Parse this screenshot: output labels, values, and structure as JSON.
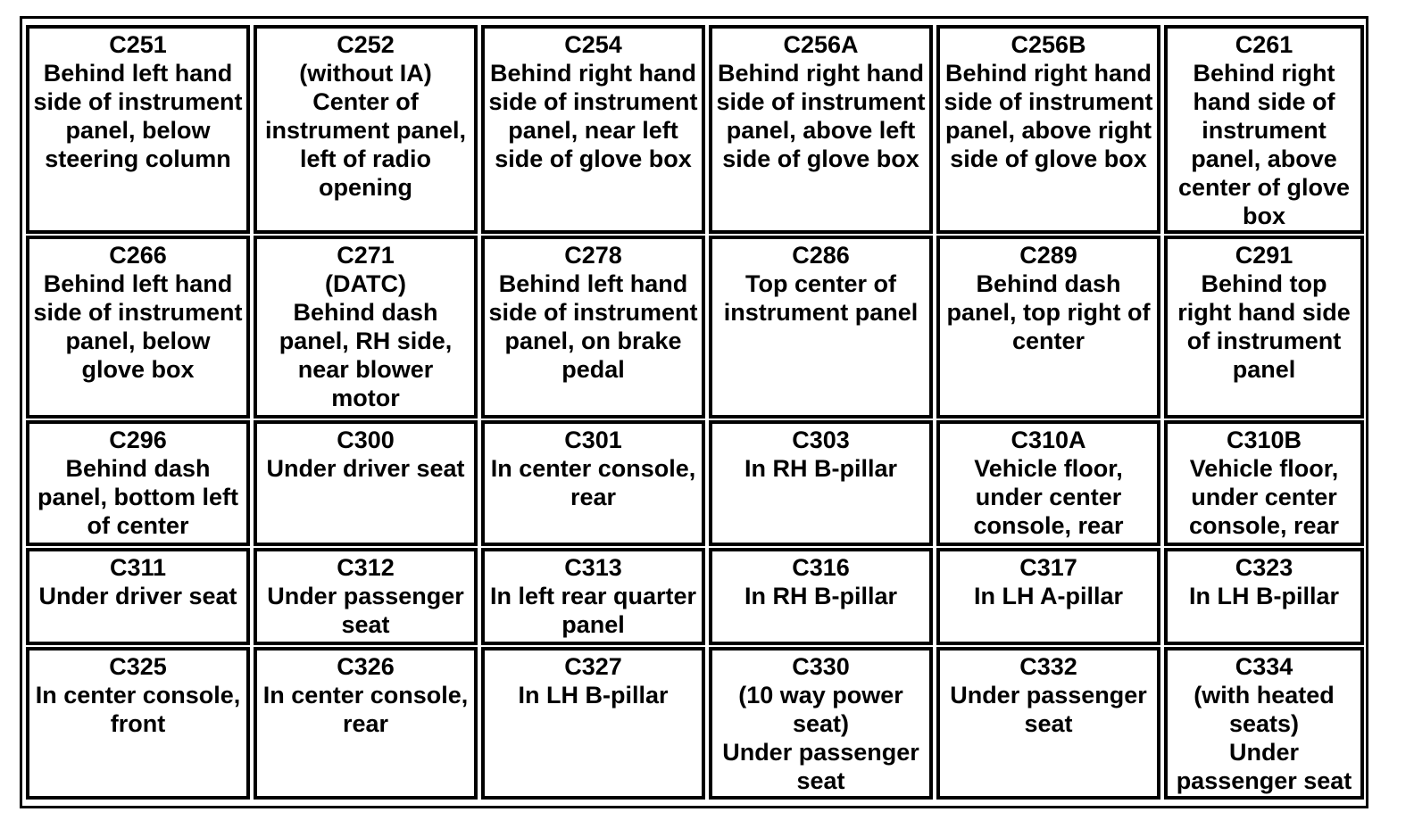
{
  "rows": [
    [
      {
        "lines": [
          "C251",
          "Behind left hand",
          "side of instrument",
          "panel, below",
          "steering column"
        ]
      },
      {
        "lines": [
          "C252",
          "(without IA)",
          "Center of",
          "instrument panel,",
          "left of radio",
          "opening"
        ]
      },
      {
        "lines": [
          "C254",
          "Behind right hand",
          "side of instrument",
          "panel, near left",
          "side of glove box"
        ]
      },
      {
        "lines": [
          "C256A",
          "Behind right hand",
          "side of instrument",
          "panel, above left",
          "side of glove box"
        ]
      },
      {
        "lines": [
          "C256B",
          "Behind right hand",
          "side of instrument",
          "panel, above right",
          "side of glove box"
        ]
      },
      {
        "lines": [
          "C261",
          "Behind right",
          "hand side of",
          "instrument",
          "panel, above",
          "center of glove",
          "box"
        ]
      }
    ],
    [
      {
        "lines": [
          "C266",
          "Behind left hand",
          "side of instrument",
          "panel, below",
          "glove box"
        ]
      },
      {
        "lines": [
          "C271",
          "(DATC)",
          "Behind dash",
          "panel, RH side,",
          "near blower",
          "motor"
        ]
      },
      {
        "lines": [
          "C278",
          "Behind left hand",
          "side of instrument",
          "panel, on brake",
          "pedal"
        ]
      },
      {
        "lines": [
          "C286",
          "Top center of",
          "instrument panel"
        ]
      },
      {
        "lines": [
          "C289",
          "Behind dash",
          "panel, top right of",
          "center"
        ]
      },
      {
        "lines": [
          "C291",
          "Behind top",
          "right hand side",
          "of instrument",
          "panel"
        ]
      }
    ],
    [
      {
        "lines": [
          "C296",
          "Behind dash",
          "panel, bottom left",
          "of center"
        ]
      },
      {
        "lines": [
          "C300",
          "Under driver seat"
        ]
      },
      {
        "lines": [
          "C301",
          "In center console,",
          "rear"
        ]
      },
      {
        "lines": [
          "C303",
          "In RH B-pillar"
        ]
      },
      {
        "lines": [
          "C310A",
          "Vehicle floor,",
          "under center",
          "console, rear"
        ]
      },
      {
        "lines": [
          "C310B",
          "Vehicle floor,",
          "under center",
          "console, rear"
        ]
      }
    ],
    [
      {
        "lines": [
          "C311",
          "Under driver seat"
        ]
      },
      {
        "lines": [
          "C312",
          "Under passenger",
          "seat"
        ]
      },
      {
        "lines": [
          "C313",
          "In left rear quarter",
          "panel"
        ]
      },
      {
        "lines": [
          "C316",
          "In RH B-pillar"
        ]
      },
      {
        "lines": [
          "C317",
          "In LH A-pillar"
        ]
      },
      {
        "lines": [
          "C323",
          "In LH B-pillar"
        ]
      }
    ],
    [
      {
        "lines": [
          "C325",
          "In center console,",
          "front"
        ]
      },
      {
        "lines": [
          "C326",
          "In center console,",
          "rear"
        ]
      },
      {
        "lines": [
          "C327",
          "In LH B-pillar"
        ]
      },
      {
        "lines": [
          "C330",
          "(10 way power",
          "seat)",
          "Under passenger",
          "seat"
        ]
      },
      {
        "lines": [
          "C332",
          "Under passenger",
          "seat"
        ]
      },
      {
        "lines": [
          "C334",
          "(with heated",
          "seats)",
          "Under",
          "passenger seat"
        ]
      }
    ]
  ]
}
